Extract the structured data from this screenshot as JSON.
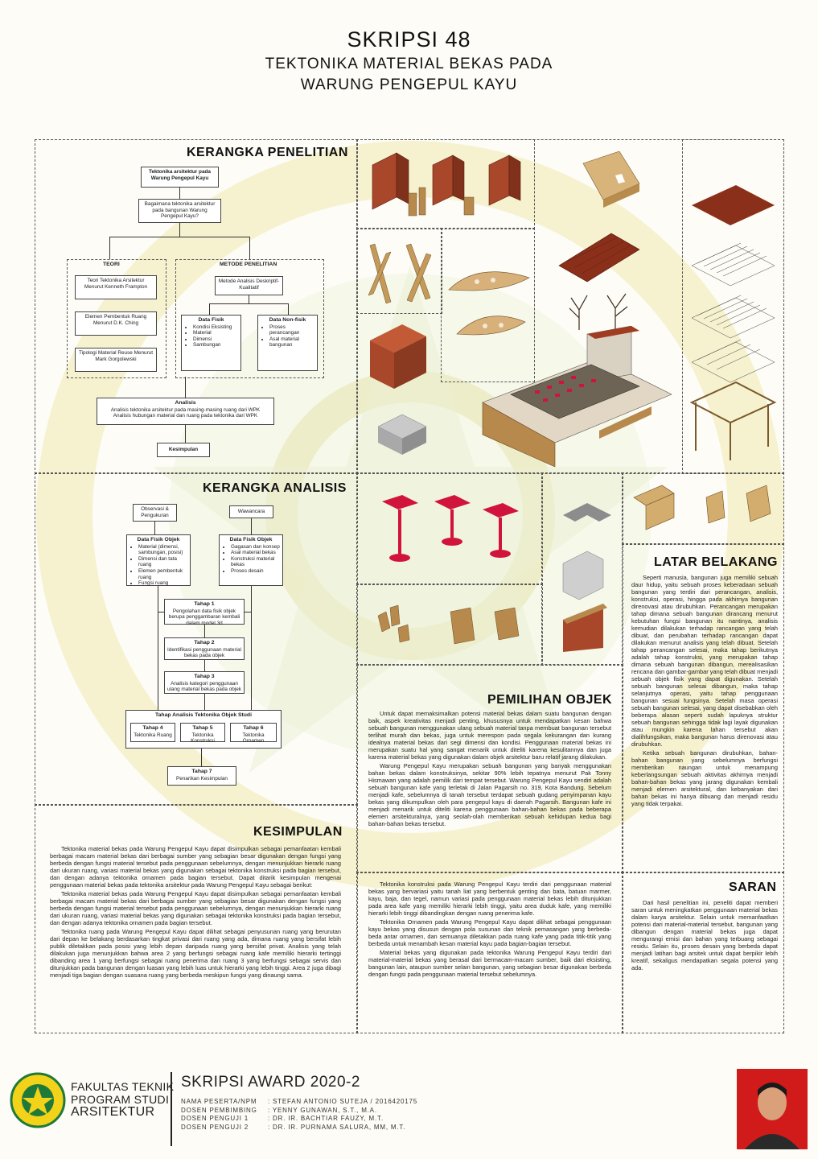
{
  "header": {
    "title": "SKRIPSI 48",
    "subtitle_line1": "TEKTONIKA MATERIAL BEKAS PADA",
    "subtitle_line2": "WARUNG PENGEPUL KAYU"
  },
  "kerangka_penelitian": {
    "heading": "KERANGKA PENELITIAN",
    "box1": "Tektonika arsitektur pada Warung Pengepul Kayu",
    "box2": "Bagaimana tektonika arsitektur pada bangunan Warung Pengepul Kayu?",
    "teori_label": "TEORI",
    "teori_items": [
      "Teori Tektonika Arsitektur Menurut Kenneth Frampton",
      "Elemen Pembentuk Ruang Menurut D.K. Ching",
      "Tipologi Material Reuse Menurut Mark Gorgolewski"
    ],
    "metode_label": "METODE PENELITIAN",
    "metode_box": "Metode Analisis Deskriptif-Kualitatif",
    "data_fisik_title": "Data Fisik",
    "data_fisik_items": [
      "Kondisi Eksisting",
      "Material",
      "Dimensi",
      "Sambungan"
    ],
    "data_nonfisik_title": "Data Non-fisik",
    "data_nonfisik_items": [
      "Proses perancangan",
      "Asal material bangunan"
    ],
    "analisis_title": "Analisis",
    "analisis_line1": "Analisis tektonika arsitektur pada masing-masing ruang dari WPK",
    "analisis_line2": "Analisis hubungan material dan ruang pada tektonika dari WPK",
    "kesimpulan": "Kesimpulan"
  },
  "kerangka_analisis": {
    "heading": "KERANGKA ANALISIS",
    "observasi": "Observasi & Pengukuran",
    "wawancara": "Wawancara",
    "dfo_title": "Data Fisik Objek",
    "dfo_items": [
      "Material (dimensi, sambungan, posisi)",
      "Dimensi dan tata ruang",
      "Elemen pembentuk ruang",
      "Fungsi ruang"
    ],
    "dno_title": "Data Fisik Objek",
    "dno_items": [
      "Gagasan dan konsep",
      "Asal material bekas",
      "Konstruksi material bekas",
      "Proses desain"
    ],
    "tahap1_title": "Tahap 1",
    "tahap1_text": "Pengolahan data fisik objek berupa penggambaran kembali dalam model 3d",
    "tahap2_title": "Tahap 2",
    "tahap2_text": "Identifikasi penggunaan material bekas pada objek",
    "tahap3_title": "Tahap 3",
    "tahap3_text": "Analisis kategori penggunaan ulang material bekas pada objek",
    "tahap_analisis": "Tahap Analisis Tektonika Objek Studi",
    "tahap4_title": "Tahap 4",
    "tahap4_text": "Tektonika Ruang",
    "tahap5_title": "Tahap 5",
    "tahap5_text": "Tektonika Konstruksi",
    "tahap6_title": "Tahap 6",
    "tahap6_text": "Tektonika Ornamen",
    "tahap7_title": "Tahap 7",
    "tahap7_text": "Penarikan Kesimpulan"
  },
  "latar_belakang": {
    "heading": "LATAR BELAKANG",
    "p1": "Seperti manusia, bangunan juga memiliki sebuah daur hidup, yaitu sebuah proses keberadaan sebuah bangunan yang terdiri dari perancangan, analisis, konstruksi, operasi, hingga pada akhirnya bangunan direnovasi atau dirubuhkan. Perancangan merupakan tahap dimana sebuah bangunan dirancang menurut kebutuhan fungsi bangunan itu nantinya, analisis kemudian dilakukan terhadap rancangan yang telah dibuat, dan perubahan terhadap rancangan dapat dilakukan menurut analisis yang telah dibuat. Setelah tahap perancangan selesai, maka tahap berikutnya adalah tahap konstruksi, yang merupakan tahap dimana sebuah bangunan dibangun, merealisasikan rencana dan gambar-gambar yang telah dibuat menjadi sebuah objek fisik yang dapat digunakan. Setelah sebuah bangunan selesai dibangun, maka tahap selanjutnya operasi, yaitu tahap penggunaan bangunan sesuai fungsinya. Setelah masa operasi sebuah bangunan selesai, yang dapat disebabkan oleh beberapa alasan seperti sudah lapuknya struktur sebuah bangunan sehingga tidak lagi layak digunakan atau mungkin karena lahan tersebut akan dialihfungsikan, maka bangunan harus direnovasi atau dirubuhkan.",
    "p2": "Ketika sebuah bangunan dirubuhkan, bahan-bahan bangunan yang sebelumnya berfungsi memberikan naungan untuk menampung keberlangsungan sebuah aktivitas akhirnya menjadi bahan-bahan bekas yang jarang digunakan kembali menjadi elemen arsitektural, dan kebanyakan dari bahan bekas ini hanya dibuang dan menjadi residu yang tidak terpakai."
  },
  "pemilihan_objek": {
    "heading": "PEMILIHAN OBJEK",
    "p1": "Untuk dapat memaksimalkan potensi material bekas dalam suatu bangunan dengan baik, aspek kreativitas menjadi penting, khususnya untuk mendapatkan kesan bahwa sebuah bangunan menggunakan ulang sebuah material tanpa membuat bangunan tersebut terlihat murah dan bekas, juga untuk merespon pada segala kekurangan dan kurang idealnya material bekas dari segi dimensi dan kondisi. Penggunaan material bekas ini merupakan suatu hal yang sangat menarik untuk diteliti karena kesulitannya dan juga karena material bekas yang digunakan dalam objek arsitektur baru relatif jarang dilakukan.",
    "p2": "Warung Pengepul Kayu merupakan sebuah bangunan yang banyak menggunakan bahan bekas dalam konstruksinya, sekitar 90% lebih tepatnya menurut Pak Tonny Hismawan yang adalah pemilik dari tempat tersebut. Warung Pengepul Kayu sendiri adalah sebuah bangunan kafe yang terletak di Jalan Pagarsih no. 319, Kota Bandung. Sebelum menjadi kafe, sebelumnya di tanah tersebut terdapat sebuah gudang penyimpanan kayu bekas yang dikumpulkan oleh para pengepul kayu di daerah Pagarsih. Bangunan kafe ini menjadi menarik untuk diteliti karena penggunaan bahan-bahan bekas pada beberapa elemen arsitekturalnya, yang seolah-olah memberikan sebuah kehidupan kedua bagi bahan-bahan bekas tersebut."
  },
  "kesimpulan": {
    "heading": "KESIMPULAN",
    "p1": "Tektonika material bekas pada Warung Pengepul Kayu dapat disimpulkan sebagai pemanfaatan kembali berbagai macam material bekas dari berbagai sumber yang sebagian besar digunakan dengan fungsi yang berbeda dengan fungsi material tersebut pada penggunaan sebelumnya, dengan menunjukkan hierarki ruang dari ukuran ruang, variasi material bekas yang digunakan sebagai tektonika konstruksi pada bagian tersebut, dan dengan adanya tektonika ornamen pada bagian tersebut. Dapat ditarik kesimpulan mengenai penggunaan material bekas pada tektonika arsitektur pada Warung Pengepul Kayu sebagai berikut:",
    "p2": "Tektonika material bekas pada Warung Pengepul Kayu dapat disimpulkan sebagai pemanfaatan kembali berbagai macam material bekas dari berbagai sumber yang sebagian besar digunakan dengan fungsi yang berbeda dengan fungsi material tersebut pada penggunaan sebelumnya, dengan menunjukkan hierarki ruang dari ukuran ruang, variasi material bekas yang digunakan sebagai tektonika konstruksi pada bagian tersebut, dan dengan adanya tektonika ornamen pada bagian tersebut.",
    "p3": "Tektonika ruang pada Warung Pengepul Kayu dapat dilihat sebagai penyusunan ruang yang berurutan dari depan ke belakang berdasarkan tingkat privasi dari ruang yang ada, dimana ruang yang bersifat lebih publik diletakkan pada posisi yang lebih depan daripada ruang yang bersifat privat. Analisis yang telah dilakukan juga menunjukkan bahwa area 2 yang berfungsi sebagai ruang kafe memiliki hierarki tertinggi dibanding area 1 yang berfungsi sebagai ruang penerima dan ruang 3 yang berfungsi sebagai servis dan ditunjukkan pada bangunan dengan luasan yang lebih luas untuk hierarki yang lebih tinggi. Area 2 juga dibagi menjadi tiga bagian dengan suasana ruang yang berbeda meskipun fungsi yang dinaungi sama.",
    "col2_p1": "Tektonika konstruksi pada Warung Pengepul Kayu terdiri dari penggunaan material bekas yang bervariasi yaitu tanah liat yang berbentuk genting dan bata, batuan marmer, kayu, baja, dan tegel, namun variasi pada penggunaan material bekas lebih ditunjukkan pada area kafe yang memiliki hierarki lebih tinggi, yaitu area duduk kafe, yang memiliki hierarki lebih tinggi dibandingkan dengan ruang penerima kafe.",
    "col2_p2": "Tektonika Ornamen pada Warung Pengepul Kayu dapat dilihat sebagai penggunaan kayu bekas yang disusun dengan pola susunan dan teknik pemasangan yang berbeda-beda antar ornamen, dan semuanya diletakkan pada ruang kafe yang pada titik-titik yang berbeda untuk menambah kesan material kayu pada bagian-bagian tersebut.",
    "col2_p3": "Material bekas yang digunakan pada tektonika Warung Pengepul Kayu terdiri dari material-material bekas yang berasal dari bermacam-macam sumber, baik dari eksisting, bangunan lain, ataupun sumber selain bangunan, yang sebagian besar digunakan berbeda dengan fungsi pada penggunaan material tersebut sebelumnya."
  },
  "saran": {
    "heading": "SARAN",
    "p1": "Dari hasil penelitian ini, peneliti dapat memberi saran untuk meningkatkan penggunaan material bekas dalam karya arsitektur. Selain untuk memanfaatkan potensi dari material-material tersebut, bangunan yang dibangun dengan material bekas juga dapat mengurangi emisi dan bahan yang terbuang sebagai residu. Selain itu, proses desain yang berbeda dapat menjadi latihan bagi arsitek untuk dapat berpikir lebih kreatif, sekaligus mendapatkan segala potensi yang ada."
  },
  "footer": {
    "faculty_line1": "FAKULTAS TEKNIK",
    "faculty_line2": "PROGRAM STUDI",
    "faculty_line3": "ARSITEKTUR",
    "award": "SKRIPSI AWARD 2020-2",
    "rows": [
      {
        "label": "NAMA PESERTA/NPM",
        "value": ": STEFAN ANTONIO SUTEJA / 2016420175"
      },
      {
        "label": "DOSEN PEMBIMBING",
        "value": ": YENNY GUNAWAN, S.T., M.A."
      },
      {
        "label": "DOSEN PENGUJI 1",
        "value": ": DR. IR. BACHTIAR FAUZY, M.T."
      },
      {
        "label": "DOSEN PENGUJI 2",
        "value": ": DR. IR. PURNAMA SALURA, MM, M.T."
      }
    ]
  },
  "colors": {
    "brick": "#9b3b22",
    "wood": "#b7894c",
    "chair_red": "#d0143c",
    "accent_green": "#1f7a3a"
  }
}
